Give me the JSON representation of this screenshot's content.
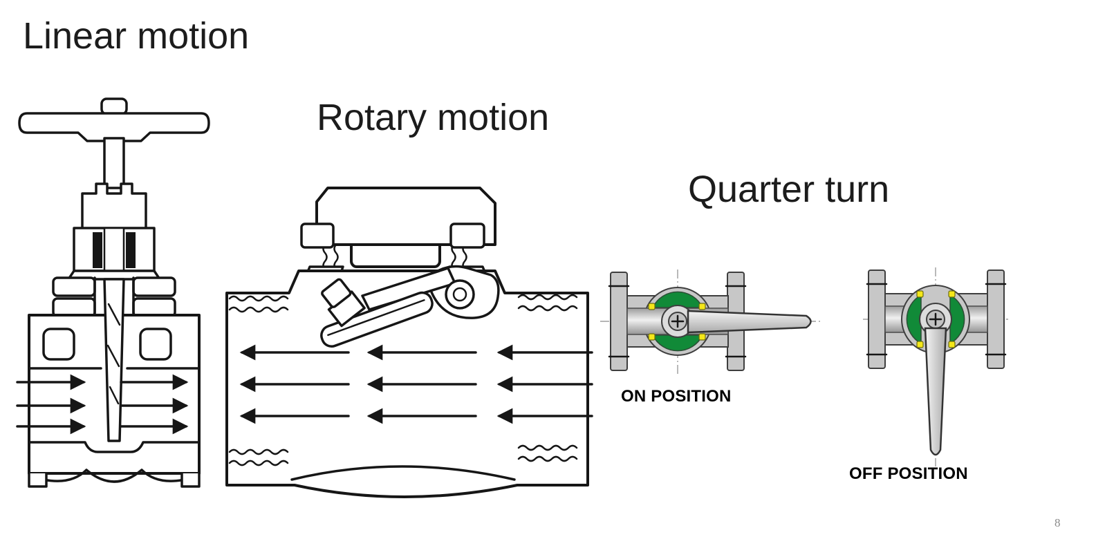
{
  "slide": {
    "page_number": "8",
    "titles": {
      "linear": "Linear motion",
      "rotary": "Rotary motion",
      "quarter": "Quarter turn"
    },
    "quarter_labels": {
      "on": "ON POSITION",
      "off": "OFF POSITION"
    }
  },
  "diagrams": {
    "gate_valve": "gate-valve-cross-section",
    "check_valve": "swing-check-valve-cross-section",
    "ball_valve_on": "ball-valve-top-view-open",
    "ball_valve_off": "ball-valve-top-view-closed"
  },
  "flow": {
    "gate_valve_arrows": "rightward",
    "check_valve_arrows": "leftward"
  },
  "colors": {
    "line_ink": "#161616",
    "seat_green": "#118a38",
    "seal_yellow": "#f5e719",
    "metal_gray": "#c7c7c7",
    "metal_light": "#efefef",
    "metal_dark": "#909090",
    "outline_gray": "#3e3e3e",
    "title_text": "#1c1c1c",
    "label_text": "#000000",
    "page_number_gray": "#8a8a8a"
  }
}
